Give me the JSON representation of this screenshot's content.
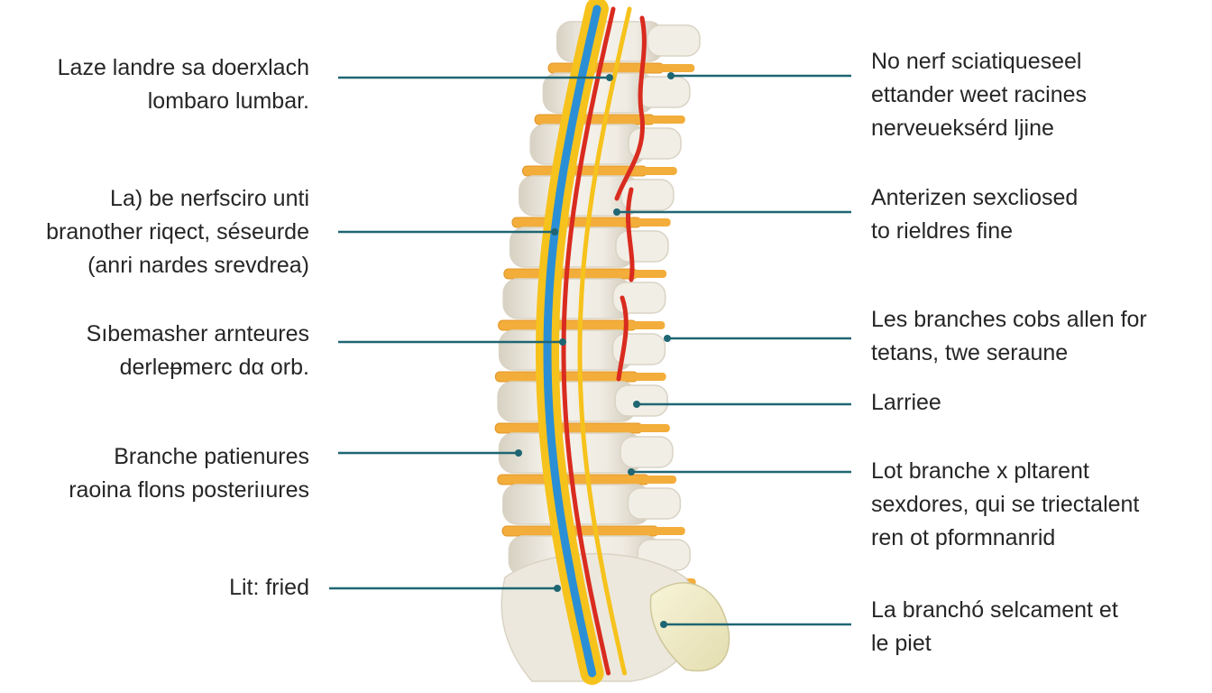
{
  "colors": {
    "leader": "#1f6673",
    "bone": "#f1eee6",
    "bone_shadow": "#d9d3c4",
    "disc": "#f3ad3a",
    "nerve_yellow": "#f6c21c",
    "nerve_blue": "#2b8fd6",
    "artery_red": "#d92b1f",
    "sacrum": "#f2eec8"
  },
  "labels_left": [
    {
      "lines": [
        "Laze landre sa doerxlach",
        "lombaro lumbar."
      ]
    },
    {
      "lines": [
        "La) be nerfsciro unti",
        "branother riqect, séseurde",
        "(anri nardes srevdrea)"
      ]
    },
    {
      "lines": [
        "Sıbemasher arnteures",
        "derleᵽmerc dα orb."
      ]
    },
    {
      "lines": [
        "Branche patienures",
        "raoina flons posteriıures"
      ]
    },
    {
      "lines": [
        "Lit: fried"
      ]
    }
  ],
  "labels_right": [
    {
      "lines": [
        "No nerf sciatiqueseel",
        "ettander weet racines",
        "nerveueksérd ljine"
      ]
    },
    {
      "lines": [
        "Anterizen sexcliosed",
        "to rieldres fine"
      ]
    },
    {
      "lines": [
        "Les branches cobs allen for",
        "tetans, twe seraune"
      ]
    },
    {
      "lines": [
        "Larriee"
      ]
    },
    {
      "lines": [
        "Lot branche x pltarent",
        "sexdores, qui se triectalent",
        "ren ot pformnanrid"
      ]
    },
    {
      "lines": [
        "La branchó selcament et",
        "le piet"
      ]
    }
  ]
}
